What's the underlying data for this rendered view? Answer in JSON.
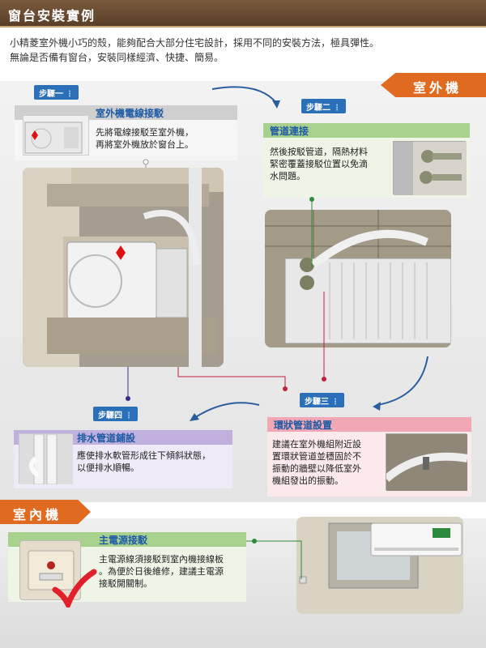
{
  "header": {
    "title": "窗台安裝實例"
  },
  "intro": {
    "line1": "小精菱室外機小巧的殼，能夠配合大部分住宅設計，採用不同的安裝方法，極具彈性。",
    "line2": "無論是否備有窗台，安裝同樣經濟、快捷、簡易。"
  },
  "sections": {
    "outdoor": "室外機",
    "indoor": "室內機"
  },
  "steps": [
    {
      "tag": "步驟一",
      "title": "室外機電線接駁",
      "body": [
        "先將電線接駁至室外機，",
        "再將室外機放於窗台上。"
      ]
    },
    {
      "tag": "步驟二",
      "title": "管道連接",
      "body": [
        "然後按駁管道，隔熱材料",
        "緊密覆蓋接駁位置以免滴",
        "水問題。"
      ]
    },
    {
      "tag": "步驟三",
      "title": "環狀管道設置",
      "body": [
        "建議在室外機組附近設",
        "置環狀管道並穩固於不",
        "振動的牆壁以降低室外",
        "機組發出的振動。"
      ]
    },
    {
      "tag": "步驟四",
      "title": "排水管道鋪設",
      "body": [
        "應使排水軟管形成往下傾斜狀態，",
        "以便排水順暢。"
      ]
    }
  ],
  "power": {
    "title": "主電源接駁",
    "body": [
      "主電源線須接駁到室內機接線板",
      "。為便於日後維修，建議主電源",
      "接駁開關制。"
    ]
  },
  "colors": {
    "header": "#6b4c32",
    "orange": "#e06a1f",
    "step_tag": "#2a6fb8",
    "gray_title": "#c9c9c9",
    "green_title": "#a9d18e",
    "pink_title": "#f2a7b4",
    "purple_title": "#c0b0dd",
    "check": "#e0202a"
  }
}
